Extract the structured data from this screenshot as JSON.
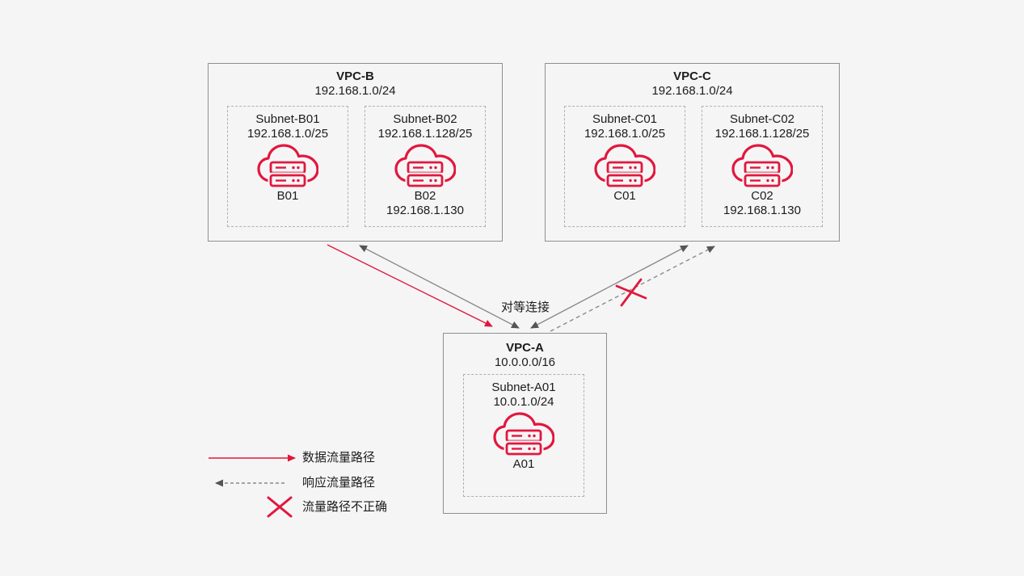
{
  "colors": {
    "background": "#f5f5f6",
    "accent_red": "#e2173d",
    "line_gray": "#8a8a8a",
    "arrowhead_gray": "#555555",
    "vpc_border": "#8f8f8f",
    "subnet_border": "#b0b0b0",
    "text": "#1c1c1c"
  },
  "icons": {
    "instance": "cloud-server"
  },
  "vpcs": {
    "b": {
      "title": "VPC-B",
      "cidr": "192.168.1.0/24",
      "subnets": {
        "s1": {
          "name": "Subnet-B01",
          "cidr": "192.168.1.0/25",
          "instance": "B01",
          "instance_ip": ""
        },
        "s2": {
          "name": "Subnet-B02",
          "cidr": "192.168.1.128/25",
          "instance": "B02",
          "instance_ip": "192.168.1.130"
        }
      }
    },
    "c": {
      "title": "VPC-C",
      "cidr": "192.168.1.0/24",
      "subnets": {
        "s1": {
          "name": "Subnet-C01",
          "cidr": "192.168.1.0/25",
          "instance": "C01",
          "instance_ip": ""
        },
        "s2": {
          "name": "Subnet-C02",
          "cidr": "192.168.1.128/25",
          "instance": "C02",
          "instance_ip": "192.168.1.130"
        }
      }
    },
    "a": {
      "title": "VPC-A",
      "cidr": "10.0.0.0/16",
      "subnets": {
        "s1": {
          "name": "Subnet-A01",
          "cidr": "10.0.1.0/24",
          "instance": "A01",
          "instance_ip": ""
        }
      }
    }
  },
  "connections": {
    "peering_label": "对等连接"
  },
  "legend": {
    "data_path_label": "数据流量路径",
    "response_path_label": "响应流量路径",
    "incorrect_path_label": "流量路径不正确"
  }
}
